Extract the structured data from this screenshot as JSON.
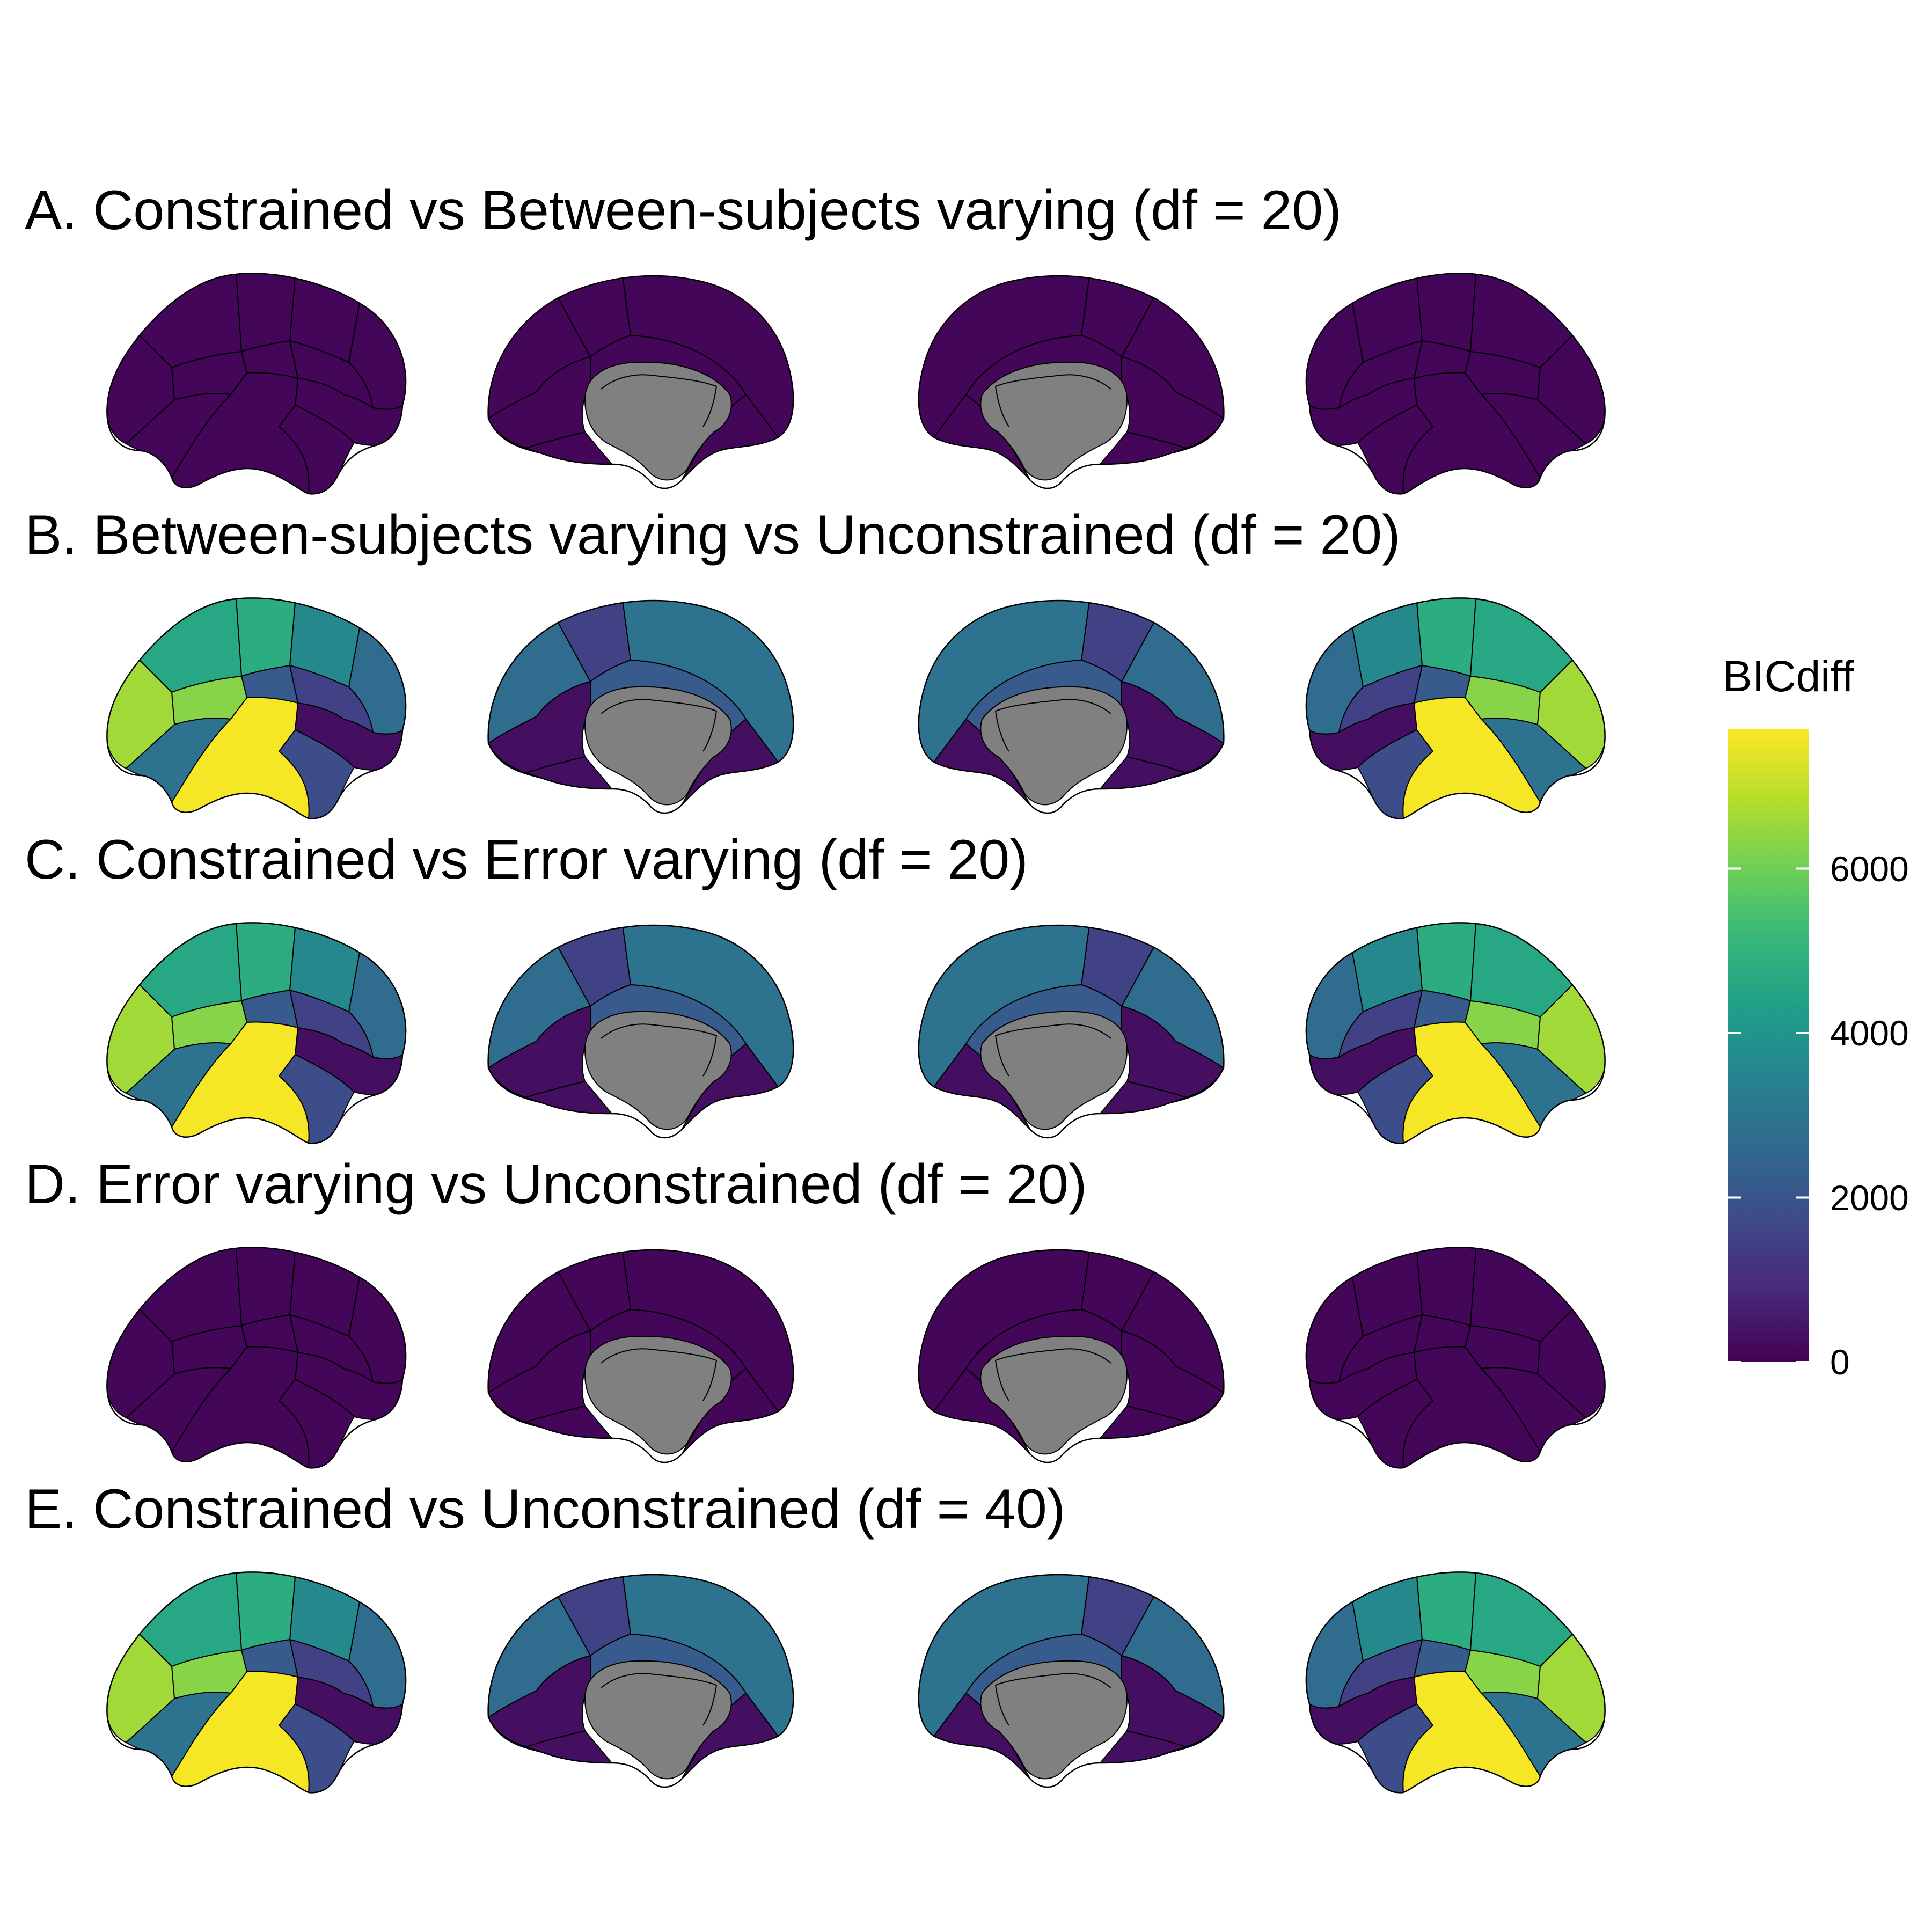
{
  "figure": {
    "panels": [
      {
        "id": "A",
        "title": "A. Constrained vs Between-subjects varying (df = 20)",
        "scheme": "low"
      },
      {
        "id": "B",
        "title": "B. Between-subjects varying vs Unconstrained (df = 20)",
        "scheme": "high"
      },
      {
        "id": "C",
        "title": "C. Constrained vs Error varying (df = 20)",
        "scheme": "high"
      },
      {
        "id": "D",
        "title": "D. Error varying vs Unconstrained (df = 20)",
        "scheme": "low"
      },
      {
        "id": "E",
        "title": "E. Constrained vs Unconstrained (df = 40)",
        "scheme": "high"
      }
    ],
    "views": [
      "left-lateral",
      "left-medial",
      "right-medial",
      "right-lateral"
    ],
    "medial_wall_color": "#808080",
    "region_values": {
      "low": [
        100,
        100,
        100,
        100,
        100,
        100,
        100,
        100,
        100,
        100,
        100,
        100
      ],
      "high": [
        2700,
        3600,
        4800,
        4600,
        1500,
        2200,
        6300,
        6600,
        300,
        2900,
        1800,
        7600
      ]
    }
  },
  "legend": {
    "title": "BICdiff",
    "min": 0,
    "max": 7700,
    "ticks": [
      {
        "value": 0,
        "label": "0"
      },
      {
        "value": 2000,
        "label": "2000"
      },
      {
        "value": 4000,
        "label": "4000"
      },
      {
        "value": 6000,
        "label": "6000"
      }
    ],
    "colormap": [
      "#440154",
      "#482878",
      "#3e4a89",
      "#31688e",
      "#26828e",
      "#1f9e89",
      "#35b779",
      "#6ece58",
      "#b5de2b",
      "#fde725"
    ]
  }
}
